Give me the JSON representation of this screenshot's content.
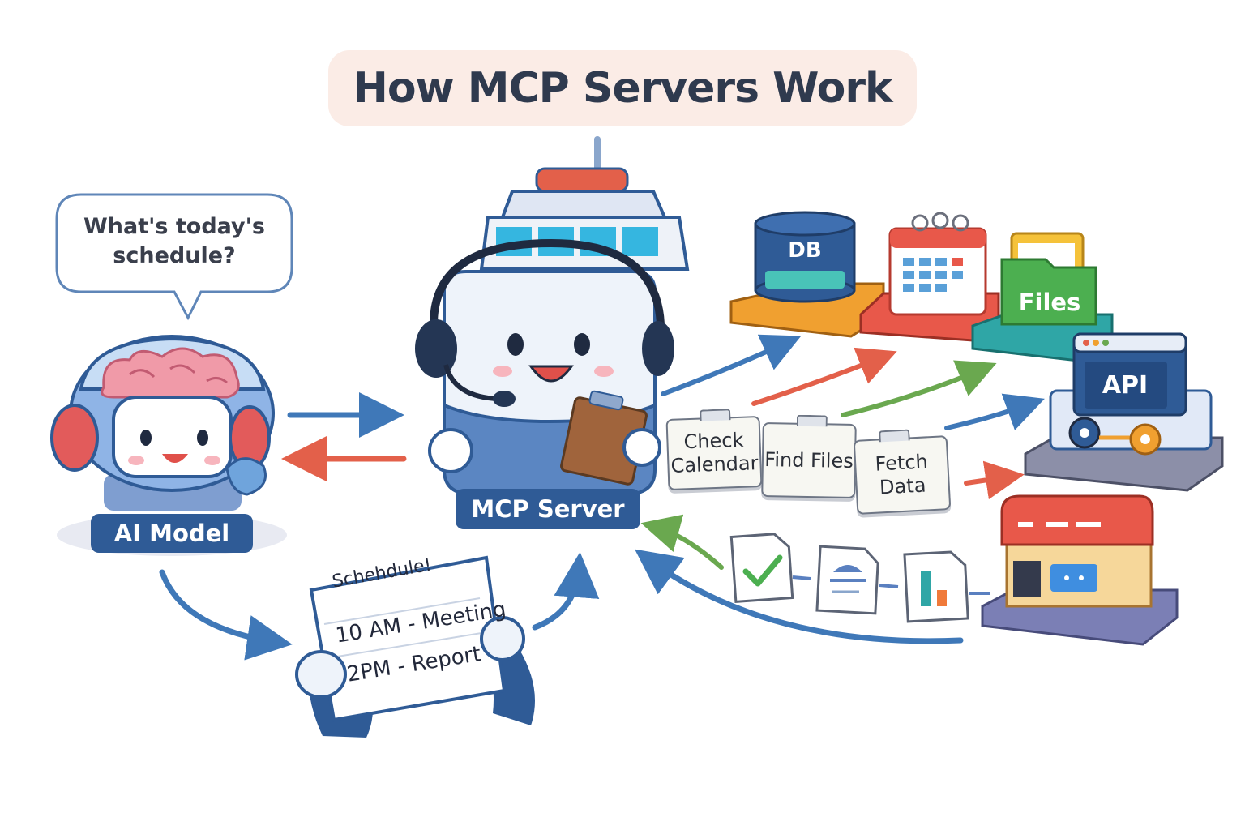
{
  "title": "How MCP Servers Work",
  "speech_bubble": {
    "line1": "What's today's",
    "line2": "schedule?"
  },
  "ai_model": {
    "label": "AI Model"
  },
  "mcp_server": {
    "label": "MCP Server"
  },
  "tools": [
    "Check Calendar",
    "Find Files",
    "Fetch Data"
  ],
  "services": {
    "db": "DB",
    "files": "Files",
    "api": "API"
  },
  "schedule_note": {
    "heading": "Schehdule!",
    "line1": "10 AM - Meeting",
    "line2": "2PM - Report"
  },
  "colors": {
    "title_bg": "#fbece6",
    "label_blue": "#2f5b96",
    "arrow_blue": "#3f78b8",
    "arrow_red": "#e3604a",
    "arrow_green": "#6aa84f",
    "db_blue": "#2f5b96",
    "calendar_red": "#e8584a",
    "files_green": "#4caf50",
    "platform_orange": "#f0a030",
    "platform_teal": "#2fa6a6",
    "platform_purple": "#7b7fb5"
  }
}
